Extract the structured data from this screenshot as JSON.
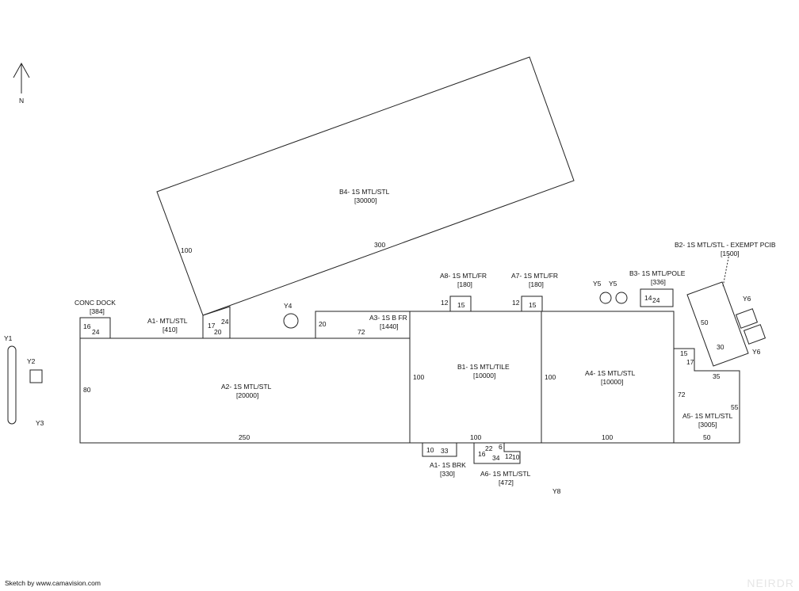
{
  "north_label": "N",
  "areas": {
    "b4": {
      "name": "B4- 1S MTL/STL",
      "area": "[30000]",
      "dim_side": "100",
      "dim_bottom": "300"
    },
    "b2": {
      "name": "B2- 1S MTL/STL - EXEMPT PCIB",
      "area": "[1500]",
      "dim_left": "50",
      "dim_bottom": "30"
    },
    "conc_dock": {
      "name": "CONC DOCK",
      "area": "[384]",
      "dim_a": "16",
      "dim_b": "24"
    },
    "a1_top": {
      "name": "A1- MTL/STL",
      "area": "[410]",
      "dim_a": "17",
      "dim_b": "20",
      "dim_c": "24"
    },
    "a3": {
      "name": "A3- 1S B FR",
      "area": "[1440]",
      "dim_a": "20",
      "dim_b": "72"
    },
    "a8": {
      "name": "A8- 1S MTL/FR",
      "area": "[180]",
      "dim_a": "12",
      "dim_b": "15"
    },
    "a7": {
      "name": "A7- 1S MTL/FR",
      "area": "[180]",
      "dim_a": "12",
      "dim_b": "15"
    },
    "b3": {
      "name": "B3- 1S MTL/POLE",
      "area": "[336]",
      "dim_a": "14",
      "dim_b": "24"
    },
    "a2": {
      "name": "A2- 1S MTL/STL",
      "area": "[20000]",
      "dim_left": "80",
      "dim_bottom": "250"
    },
    "b1": {
      "name": "B1- 1S MTL/TILE",
      "area": "[10000]",
      "dim_left": "100",
      "dim_bottom": "100"
    },
    "a4": {
      "name": "A4- 1S MTL/STL",
      "area": "[10000]",
      "dim_left": "100",
      "dim_bottom": "100"
    },
    "a5": {
      "name": "A5- 1S MTL/STL",
      "area": "[3005]",
      "dim_a": "15",
      "dim_b": "17",
      "dim_c": "35",
      "dim_d": "72",
      "dim_e": "55",
      "dim_f": "50"
    },
    "a1_brk": {
      "name": "A1- 1S BRK",
      "area": "[330]",
      "dim_a": "10",
      "dim_b": "33"
    },
    "a6": {
      "name": "A6- 1S MTL/STL",
      "area": "[472]",
      "dim_a": "16",
      "dim_b": "22",
      "dim_c": "6",
      "dim_d": "34",
      "dim_e": "12",
      "dim_f": "10"
    }
  },
  "yard_items": {
    "y1": "Y1",
    "y2": "Y2",
    "y3": "Y3",
    "y4": "Y4",
    "y5a": "Y5",
    "y5b": "Y5",
    "y6a": "Y6",
    "y6b": "Y6",
    "y8": "Y8"
  },
  "footer_text": "Sketch by www.camavision.com",
  "watermark_text": "NEIRDR"
}
